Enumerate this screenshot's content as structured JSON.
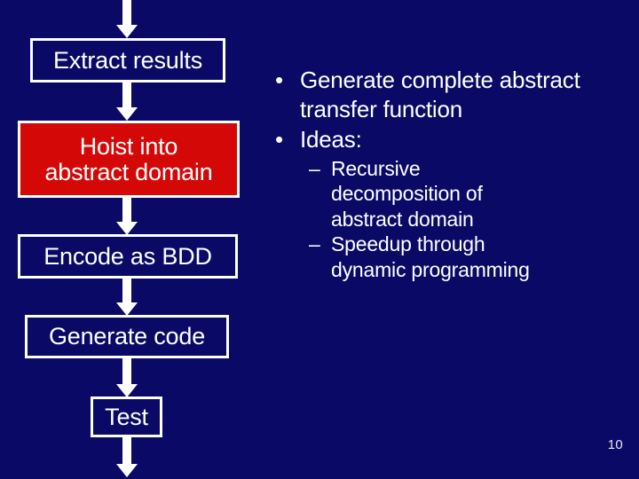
{
  "slide": {
    "background_color": "#0a0a66",
    "page_number": "10"
  },
  "flowchart": {
    "accent_color": "#d50808",
    "outline_color": "#ffffff",
    "steps": [
      {
        "id": "extract",
        "label": "Extract results",
        "highlighted": false
      },
      {
        "id": "hoist",
        "label": "Hoist into\nabstract domain",
        "highlighted": true
      },
      {
        "id": "encode",
        "label": "Encode as BDD",
        "highlighted": false
      },
      {
        "id": "generate",
        "label": "Generate code",
        "highlighted": false
      },
      {
        "id": "test",
        "label": "Test",
        "highlighted": false
      }
    ],
    "arrow_glyph": "down-arrow"
  },
  "bullets": {
    "bullet_marker": "•",
    "dash_marker": "–",
    "items": [
      {
        "level": 1,
        "text": "Generate complete abstract transfer function"
      },
      {
        "level": 1,
        "text": "Ideas:"
      }
    ],
    "sub_items": [
      {
        "level": 2,
        "line1": "Recursive",
        "line2": "decomposition of",
        "line3": "abstract domain"
      },
      {
        "level": 2,
        "line1": "Speedup through",
        "line2": "dynamic programming",
        "line3": ""
      }
    ]
  }
}
